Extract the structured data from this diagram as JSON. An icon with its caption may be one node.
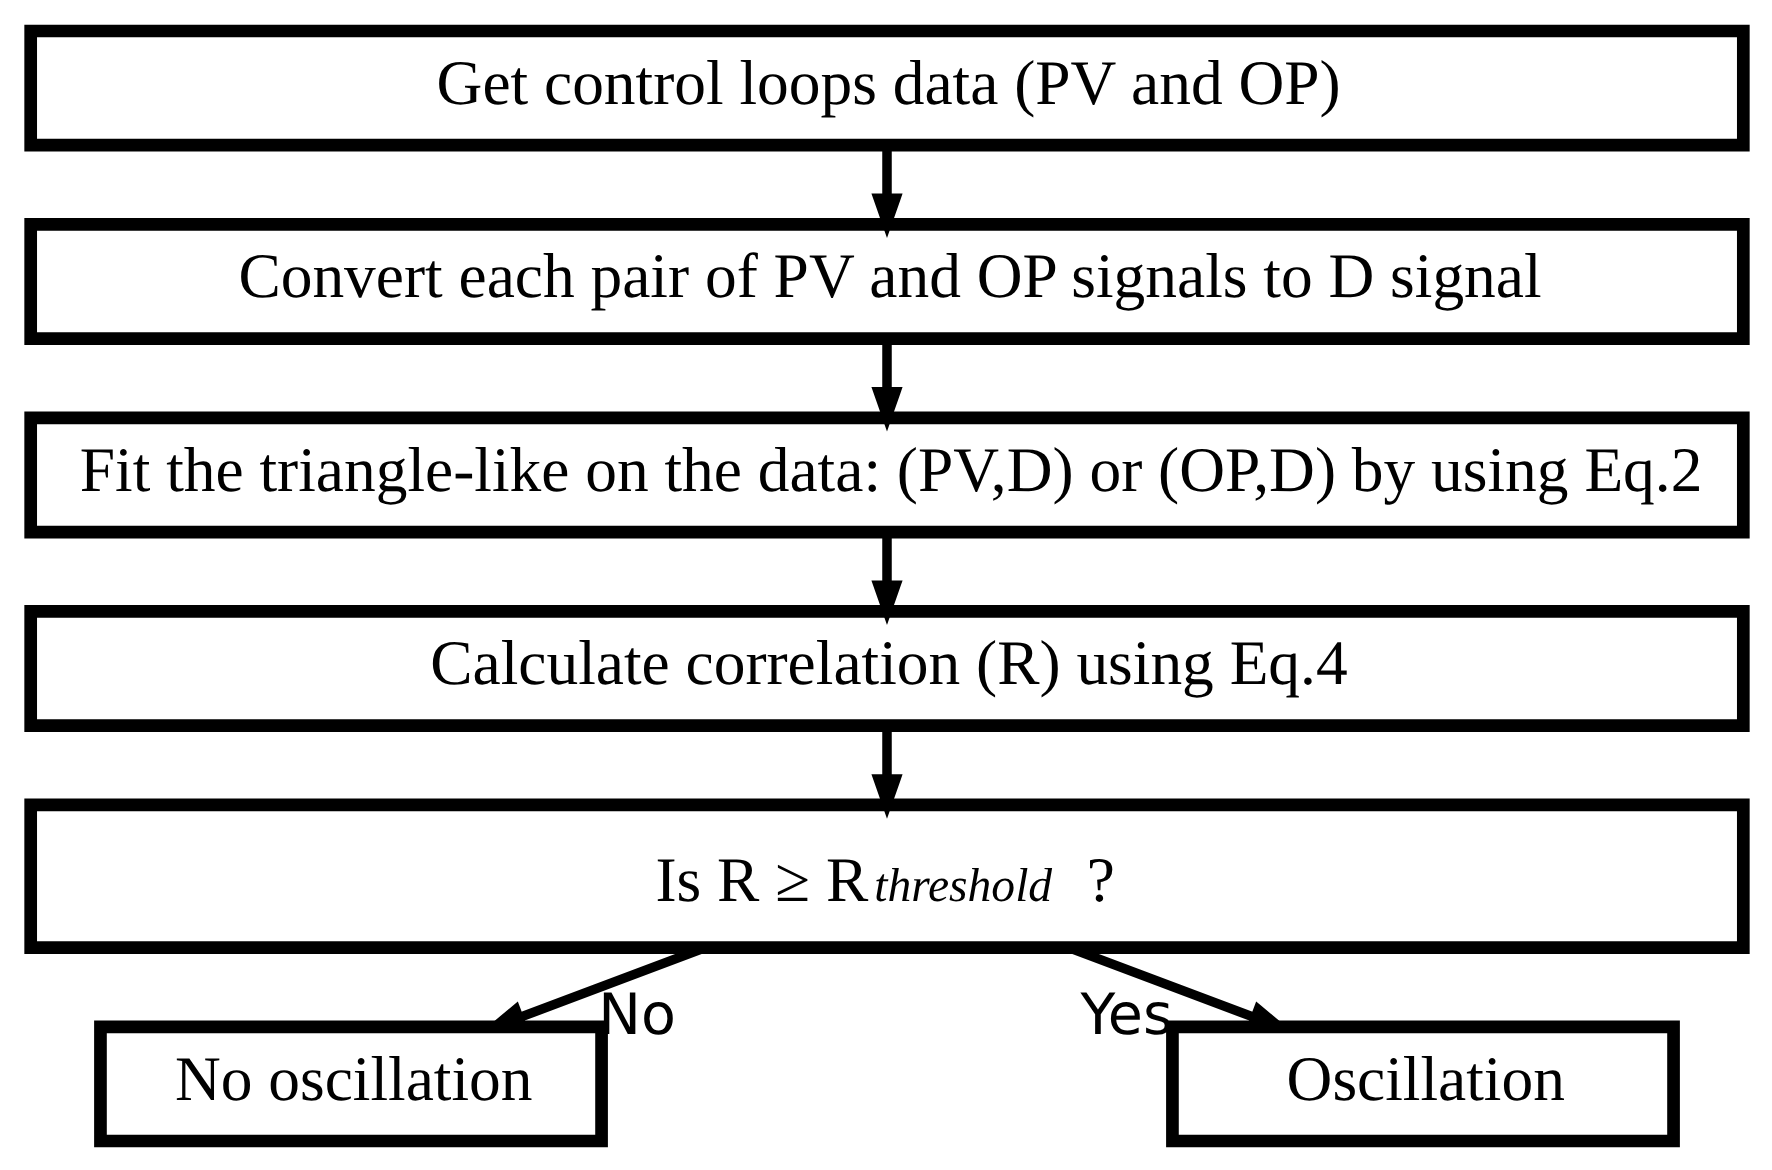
{
  "diagram": {
    "nodes": [
      {
        "text": [
          "Get control loops data (PV and OP)"
        ]
      },
      {
        "text": [
          "Convert each pair of PV and OP signals to D signal"
        ]
      },
      {
        "text": [
          "Fit the triangle-like on the data: (PV,D) or (OP,D) by using Eq.2"
        ]
      },
      {
        "text": [
          "Calculate correlation (R) using Eq.4"
        ]
      },
      {
        "text": [
          "Is R ≥ R$_{threshold}$ ?"
        ]
      },
      {
        "text": [
          "No oscillation"
        ]
      },
      {
        "text": [
          "Oscillation"
        ]
      }
    ],
    "edges": [
      {
        "from": 0,
        "to": 1,
        "arrow": "to"
      },
      {
        "from": 1,
        "to": 2,
        "arrow": "to"
      },
      {
        "from": 2,
        "to": 3,
        "arrow": "to"
      },
      {
        "from": 3,
        "to": 4,
        "arrow": "to"
      },
      {
        "from": 4,
        "to": 5,
        "arrow": "to",
        "label": "No"
      },
      {
        "from": 4,
        "to": 6,
        "arrow": "to",
        "label": "Yes"
      }
    ]
  }
}
